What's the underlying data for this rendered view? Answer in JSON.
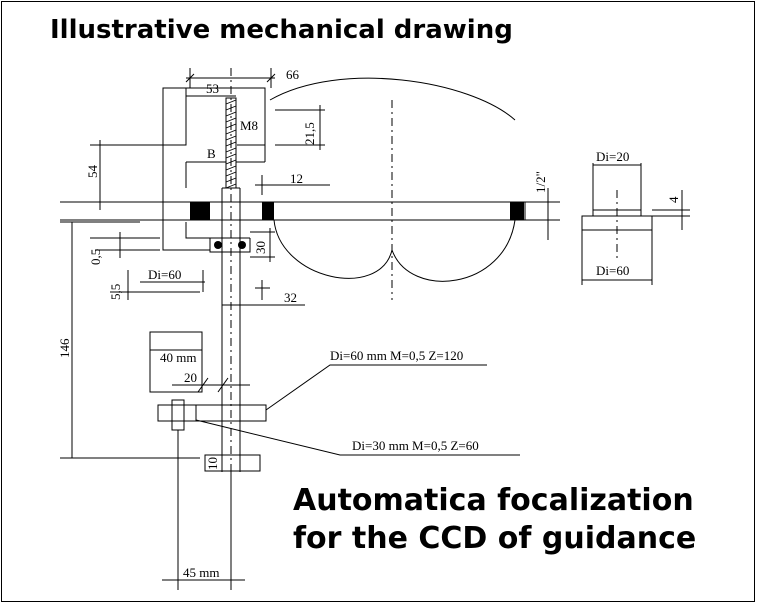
{
  "title": "Illustrative mechanical drawing",
  "subtitle_lines": [
    "Automatica focalization",
    "for the CCD of guidance"
  ],
  "dimensions": {
    "d66": "66",
    "d53": "53",
    "m8": "M8",
    "d21_5": "21,5",
    "b": "B",
    "d54": "54",
    "d12": "12",
    "d1_2in": "1/2\"",
    "di20": "Di=20",
    "d4": "4",
    "di60_right": "Di=60",
    "d0_5": "0,5",
    "d30": "30",
    "d5_5": "5,5",
    "di60_left": "Di=60",
    "d32": "32",
    "d146": "146",
    "d40mm": "40 mm",
    "d20": "20",
    "gear_large": "Di=60 mm M=0,5 Z=120",
    "gear_small": "Di=30 mm M=0,5 Z=60",
    "d10": "10",
    "d45mm": "45 mm"
  }
}
